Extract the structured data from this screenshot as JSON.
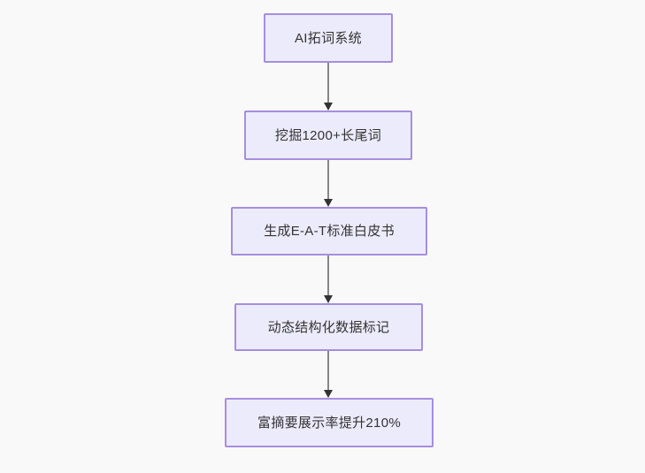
{
  "diagram": {
    "background_color": "#f9f9f9",
    "node_fill_color": "#ecebfc",
    "node_border_color": "#a68ede",
    "node_text_color": "#333333",
    "connector_line_color": "#888888",
    "arrowhead_color": "#333333",
    "type": "flowchart",
    "direction": "top-to-bottom",
    "nodes": [
      {
        "id": "n1",
        "label": "AI拓词系统"
      },
      {
        "id": "n2",
        "label": "挖掘1200+长尾词"
      },
      {
        "id": "n3",
        "label": "生成E-A-T标准白皮书"
      },
      {
        "id": "n4",
        "label": "动态结构化数据标记"
      },
      {
        "id": "n5",
        "label": "富摘要展示率提升210%"
      }
    ],
    "edges": [
      {
        "from": "n1",
        "to": "n2"
      },
      {
        "from": "n2",
        "to": "n3"
      },
      {
        "from": "n3",
        "to": "n4"
      },
      {
        "from": "n4",
        "to": "n5"
      }
    ]
  }
}
